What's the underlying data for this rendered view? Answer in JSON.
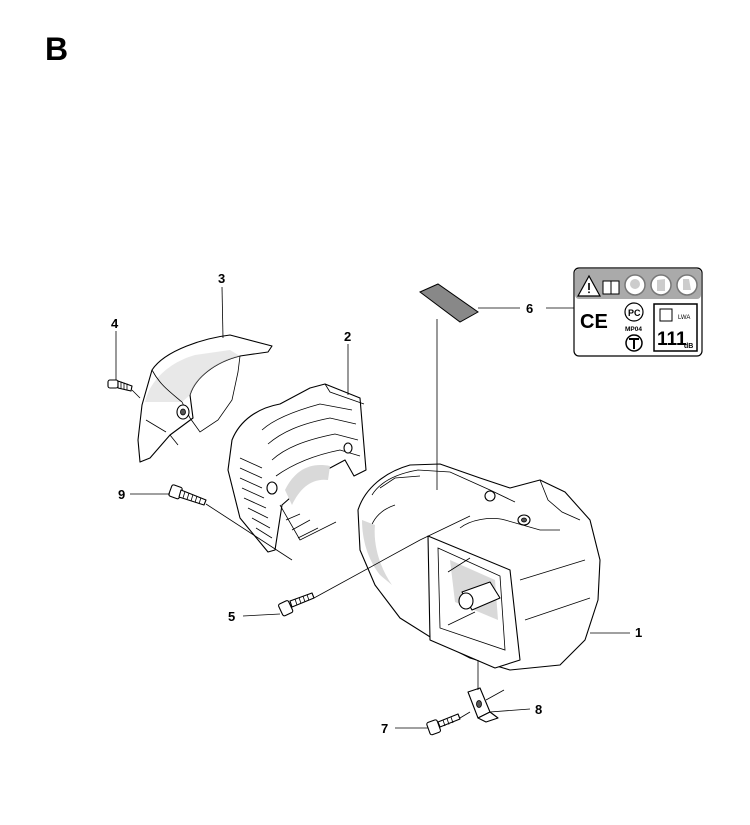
{
  "section_letter": "B",
  "callouts": [
    {
      "id": "1",
      "label": "1"
    },
    {
      "id": "2",
      "label": "2"
    },
    {
      "id": "3",
      "label": "3"
    },
    {
      "id": "4",
      "label": "4"
    },
    {
      "id": "5",
      "label": "5"
    },
    {
      "id": "6",
      "label": "6"
    },
    {
      "id": "7",
      "label": "7"
    },
    {
      "id": "8",
      "label": "8"
    },
    {
      "id": "9",
      "label": "9"
    }
  ],
  "decal": {
    "ce_mark": "CE",
    "cert_code": "MP04",
    "sound_value": "111",
    "sound_unit": "dB",
    "sound_label": "LWA"
  }
}
